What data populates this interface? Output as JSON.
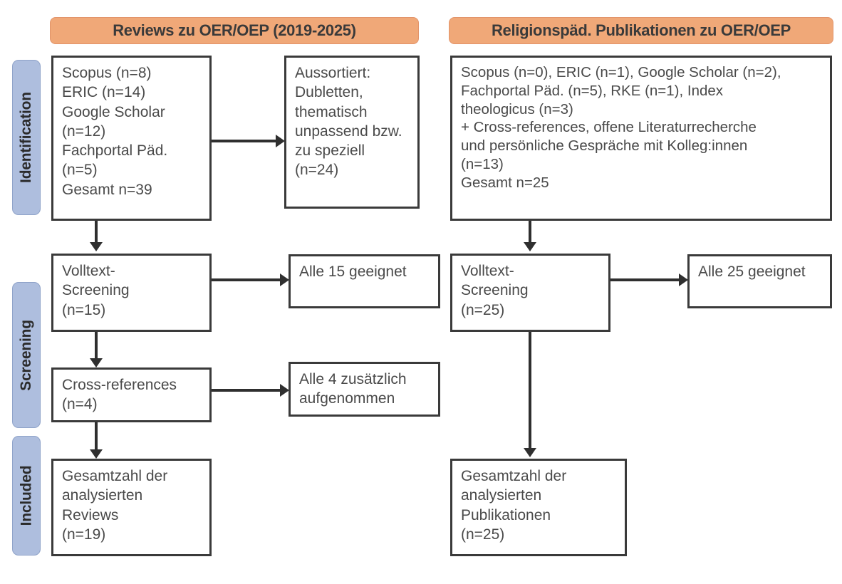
{
  "figure": {
    "type": "prisma-flow-diagram",
    "language": "de"
  },
  "phases": [
    {
      "id": "identification",
      "label": "Identification"
    },
    {
      "id": "screening",
      "label": "Screening"
    },
    {
      "id": "included",
      "label": "Included"
    }
  ],
  "columns": [
    {
      "id": "reviews",
      "header": "Reviews zu OER/OEP (2019-2025)"
    },
    {
      "id": "religionspaed",
      "header": "Religionspäd. Publikationen zu OER/OEP"
    }
  ],
  "colors": {
    "header_orange": "#F0A878",
    "phase_blue": "#AEBEDE",
    "box_border": "#3A3A3A",
    "connector": "#2F2F2F",
    "text": "#4A4A4A",
    "background": "#FFFFFF"
  },
  "boxes": {
    "left_identification": "Scopus (n=8)\nERIC (n=14)\nGoogle Scholar\n(n=12)\nFachportal Päd.\n(n=5)\nGesamt n=39",
    "left_excluded": "Aussortiert:\nDubletten,\nthematisch\nunpassend bzw.\nzu speziell\n(n=24)",
    "left_screening": "Volltext-\nScreening\n(n=15)",
    "left_screening_result": "Alle 15 geeignet",
    "left_crossrefs": "Cross-references\n(n=4)",
    "left_crossrefs_result": "Alle 4 zusätzlich\naufgenommen",
    "left_included": "Gesamtzahl der\nanalysierten\nReviews\n(n=19)",
    "right_identification": "Scopus (n=0), ERIC (n=1), Google Scholar (n=2),\nFachportal Päd. (n=5), RKE (n=1), Index\ntheologicus (n=3)\n+ Cross-references, offene Literaturrecherche\nund persönliche Gespräche mit Kolleg:innen\n(n=13)\nGesamt n=25",
    "right_screening": "Volltext-\nScreening\n(n=25)",
    "right_screening_result": "Alle 25 geeignet",
    "right_included": "Gesamtzahl der\nanalysierten\nPublikationen\n(n=25)"
  },
  "counts": {
    "left_scopus": 8,
    "left_eric": 14,
    "left_google_scholar": 12,
    "left_fachportal": 5,
    "left_total": 39,
    "left_excluded": 24,
    "left_fulltext_screening": 15,
    "left_crossrefs": 4,
    "left_included": 19,
    "right_scopus": 0,
    "right_eric": 1,
    "right_google_scholar": 2,
    "right_fachportal": 5,
    "right_rke": 1,
    "right_index_theologicus": 3,
    "right_other_sources": 13,
    "right_total": 25,
    "right_fulltext_screening": 25,
    "right_included": 25
  }
}
